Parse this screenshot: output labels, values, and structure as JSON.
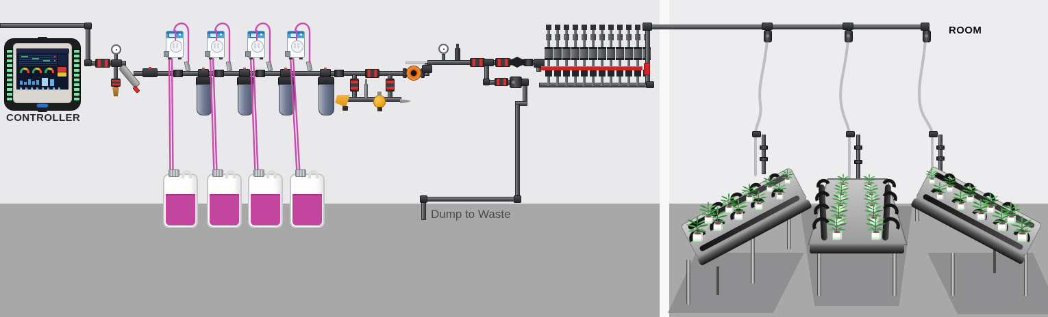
{
  "title": "Fertigation system diagram",
  "labels": {
    "controller": "CONTROLLER",
    "dump_to_waste": "Dump to Waste",
    "room": "ROOM"
  },
  "colors": {
    "wall": "#e9e9eb",
    "room_wall": "#ededef",
    "divider": "#f8f8f9",
    "floor": "#a8a8a9",
    "table_shadow": "#8f8f91",
    "pipe_gray": "#55585c",
    "fitting_dark": "#232527",
    "valve_red": "#d6312e",
    "manifold_line_red": "#d2232a",
    "dosing_tube_pink": "#c94cae",
    "chemical_liquid": "#c2459e",
    "filter_body_blue": "#717b93",
    "pump_accent_blue": "#46a5de",
    "sensor_yellow": "#f2a51f",
    "flow_device_orange": "#f08a2e",
    "drip_tube_gray": "#bdbec0",
    "plant_green": "#3fa344",
    "hook_black": "#161616",
    "led_green": "#79e6a8"
  },
  "components": {
    "dosing_pumps": 4,
    "chemical_jugs": 4,
    "filter_canisters": 4,
    "manifold_valves": 12,
    "room_drop_lines": 3,
    "grow_tables": 3,
    "plants_per_table": 10
  }
}
